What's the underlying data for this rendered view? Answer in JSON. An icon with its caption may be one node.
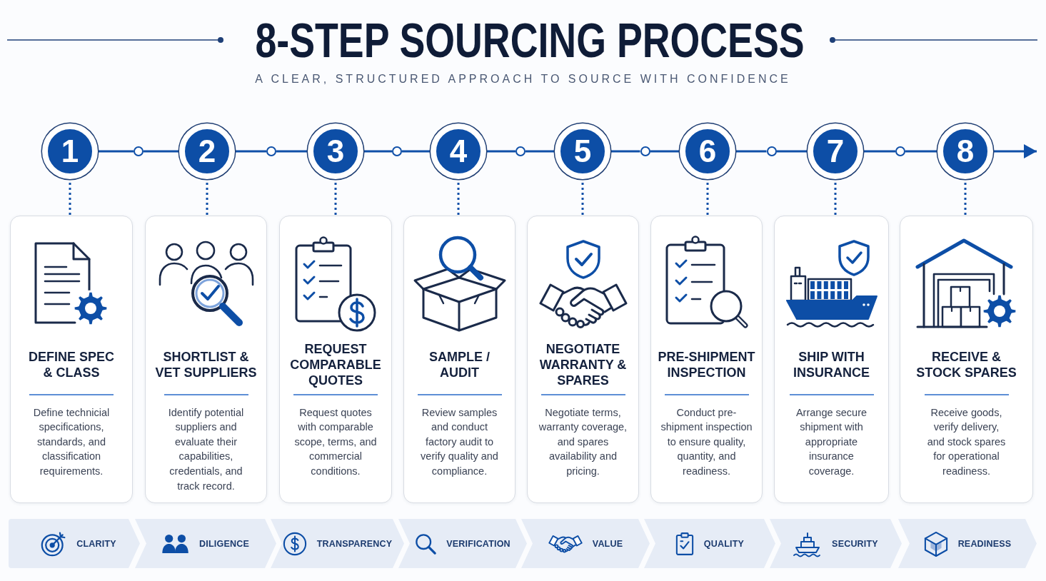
{
  "diagram": {
    "title": "8-STEP SOURCING PROCESS",
    "nodes": [
      {
        "text": [
          "1"
        ]
      },
      {
        "text": [],
        "shape": "circle"
      },
      {
        "text": [
          "2"
        ]
      },
      {
        "text": [],
        "shape": "circle"
      },
      {
        "text": [
          "3"
        ]
      },
      {
        "text": [],
        "shape": "circle"
      },
      {
        "text": [
          "4"
        ]
      },
      {
        "text": [],
        "shape": "circle"
      },
      {
        "text": [
          "5"
        ]
      },
      {
        "text": [],
        "shape": "circle"
      },
      {
        "text": [
          "6"
        ]
      },
      {
        "text": [],
        "shape": "circle"
      },
      {
        "text": [
          "7"
        ]
      },
      {
        "text": [],
        "shape": "circle"
      },
      {
        "text": [
          "8"
        ]
      },
      {
        "text": [
          "DEFINE SPEC & CLASS",
          "Define technicial specifications, standards, and classification requirements."
        ]
      },
      {
        "text": [
          "SHORTLIST & VET SUPPLIERS",
          "Identify potential suppliers and evaluate their capabilities, credentials, and track record."
        ]
      },
      {
        "text": [
          "REQUEST COMPARABLE QUOTES",
          "Request quotes with comparable scope, terms, and commercial conditions."
        ]
      },
      {
        "text": [
          "SAMPLE / AUDIT",
          "Review samples and conduct factory audit to verify quality and compliance."
        ]
      },
      {
        "text": [
          "NEGOTIATE WARRANTY & SPARES",
          "Negotiate terms, warranty coverage, and spares availability and pricing."
        ]
      },
      {
        "text": [
          "PRE-SHIPMENT INSPECTION",
          "Conduct pre-shipment inspection to ensure quality, quantity, and readiness."
        ]
      },
      {
        "text": [
          "SHIP WITH INSURANCE",
          "Arrange secure shipment with appropriate insurance coverage."
        ]
      },
      {
        "text": [
          "RECEIVE & STOCK SPARES",
          "Receive goods, verify delivery, and stock spares for operational readiness."
        ]
      },
      {
        "text": [
          "CLARITY"
        ]
      },
      {
        "text": [
          "DILIGENCE"
        ]
      },
      {
        "text": [
          "TRANSPARENCY"
        ]
      },
      {
        "text": [
          "VERIFICATION"
        ]
      },
      {
        "text": [
          "VALUE"
        ]
      },
      {
        "text": [
          "QUALITY"
        ]
      },
      {
        "text": [
          "SECURITY"
        ]
      },
      {
        "text": [
          "READINESS"
        ]
      }
    ],
    "edges": [
      {
        "from": 0,
        "to": 1,
        "arrow": "none"
      },
      {
        "from": 1,
        "to": 2,
        "arrow": "none"
      },
      {
        "from": 2,
        "to": 3,
        "arrow": "none"
      },
      {
        "from": 3,
        "to": 4,
        "arrow": "none"
      },
      {
        "from": 4,
        "to": 5,
        "arrow": "none"
      },
      {
        "from": 5,
        "to": 6,
        "arrow": "none"
      },
      {
        "from": 6,
        "to": 7,
        "arrow": "none"
      },
      {
        "from": 7,
        "to": 8,
        "arrow": "none"
      },
      {
        "from": 8,
        "to": 9,
        "arrow": "none"
      },
      {
        "from": 9,
        "to": 10,
        "arrow": "none"
      },
      {
        "from": 10,
        "to": 11,
        "arrow": "none"
      },
      {
        "from": 11,
        "to": 12,
        "arrow": "none"
      },
      {
        "from": 12,
        "to": 13,
        "arrow": "none"
      },
      {
        "from": 13,
        "to": 14,
        "arrow": "none"
      },
      {
        "from": 14,
        "to": null,
        "arrow": "to"
      },
      {
        "from": 0,
        "to": 15,
        "arrow": "none",
        "style": "dashed"
      },
      {
        "from": 2,
        "to": 16,
        "arrow": "none",
        "style": "dashed"
      },
      {
        "from": 4,
        "to": 17,
        "arrow": "none",
        "style": "dashed"
      },
      {
        "from": 6,
        "to": 18,
        "arrow": "none",
        "style": "dashed"
      },
      {
        "from": 8,
        "to": 19,
        "arrow": "none",
        "style": "dashed"
      },
      {
        "from": 10,
        "to": 20,
        "arrow": "none",
        "style": "dashed"
      },
      {
        "from": 12,
        "to": 21,
        "arrow": "none",
        "style": "dashed"
      },
      {
        "from": 14,
        "to": 22,
        "arrow": "none",
        "style": "dashed"
      }
    ],
    "labels": [
      "A CLEAR, STRUCTURED APPROACH TO SOURCE WITH CONFIDENCE"
    ]
  }
}
